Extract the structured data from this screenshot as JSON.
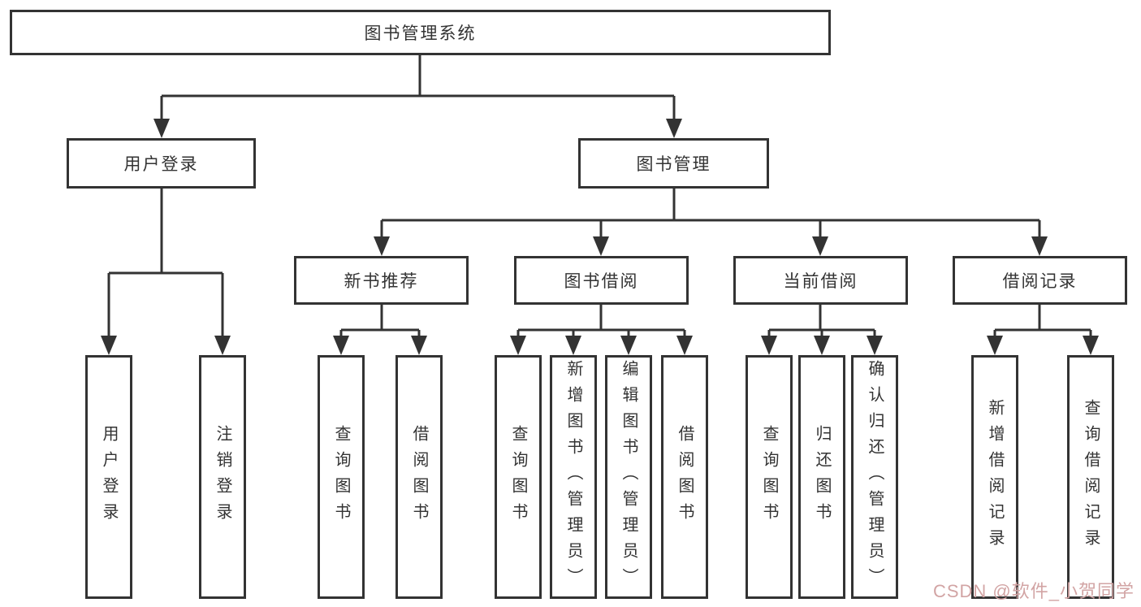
{
  "colors": {
    "line": "#333333",
    "box_border": "#333333",
    "text": "#333333",
    "background": "#ffffff",
    "watermark": "#d2a4a4"
  },
  "watermark": "CSDN @软件_小贺同学",
  "tree": {
    "label": "图书管理系统",
    "children": [
      {
        "label": "用户登录",
        "children": [
          {
            "label": "用户登录"
          },
          {
            "label": "注销登录"
          }
        ]
      },
      {
        "label": "图书管理",
        "children": [
          {
            "label": "新书推荐",
            "children": [
              {
                "label": "查询图书"
              },
              {
                "label": "借阅图书"
              }
            ]
          },
          {
            "label": "图书借阅",
            "children": [
              {
                "label": "查询图书"
              },
              {
                "label": "新增图书（管理员）"
              },
              {
                "label": "编辑图书（管理员）"
              },
              {
                "label": "借阅图书"
              }
            ]
          },
          {
            "label": "当前借阅",
            "children": [
              {
                "label": "查询图书"
              },
              {
                "label": "归还图书"
              },
              {
                "label": "确认归还（管理员）"
              }
            ]
          },
          {
            "label": "借阅记录",
            "children": [
              {
                "label": "新增借阅记录"
              },
              {
                "label": "查询借阅记录"
              }
            ]
          }
        ]
      }
    ]
  }
}
